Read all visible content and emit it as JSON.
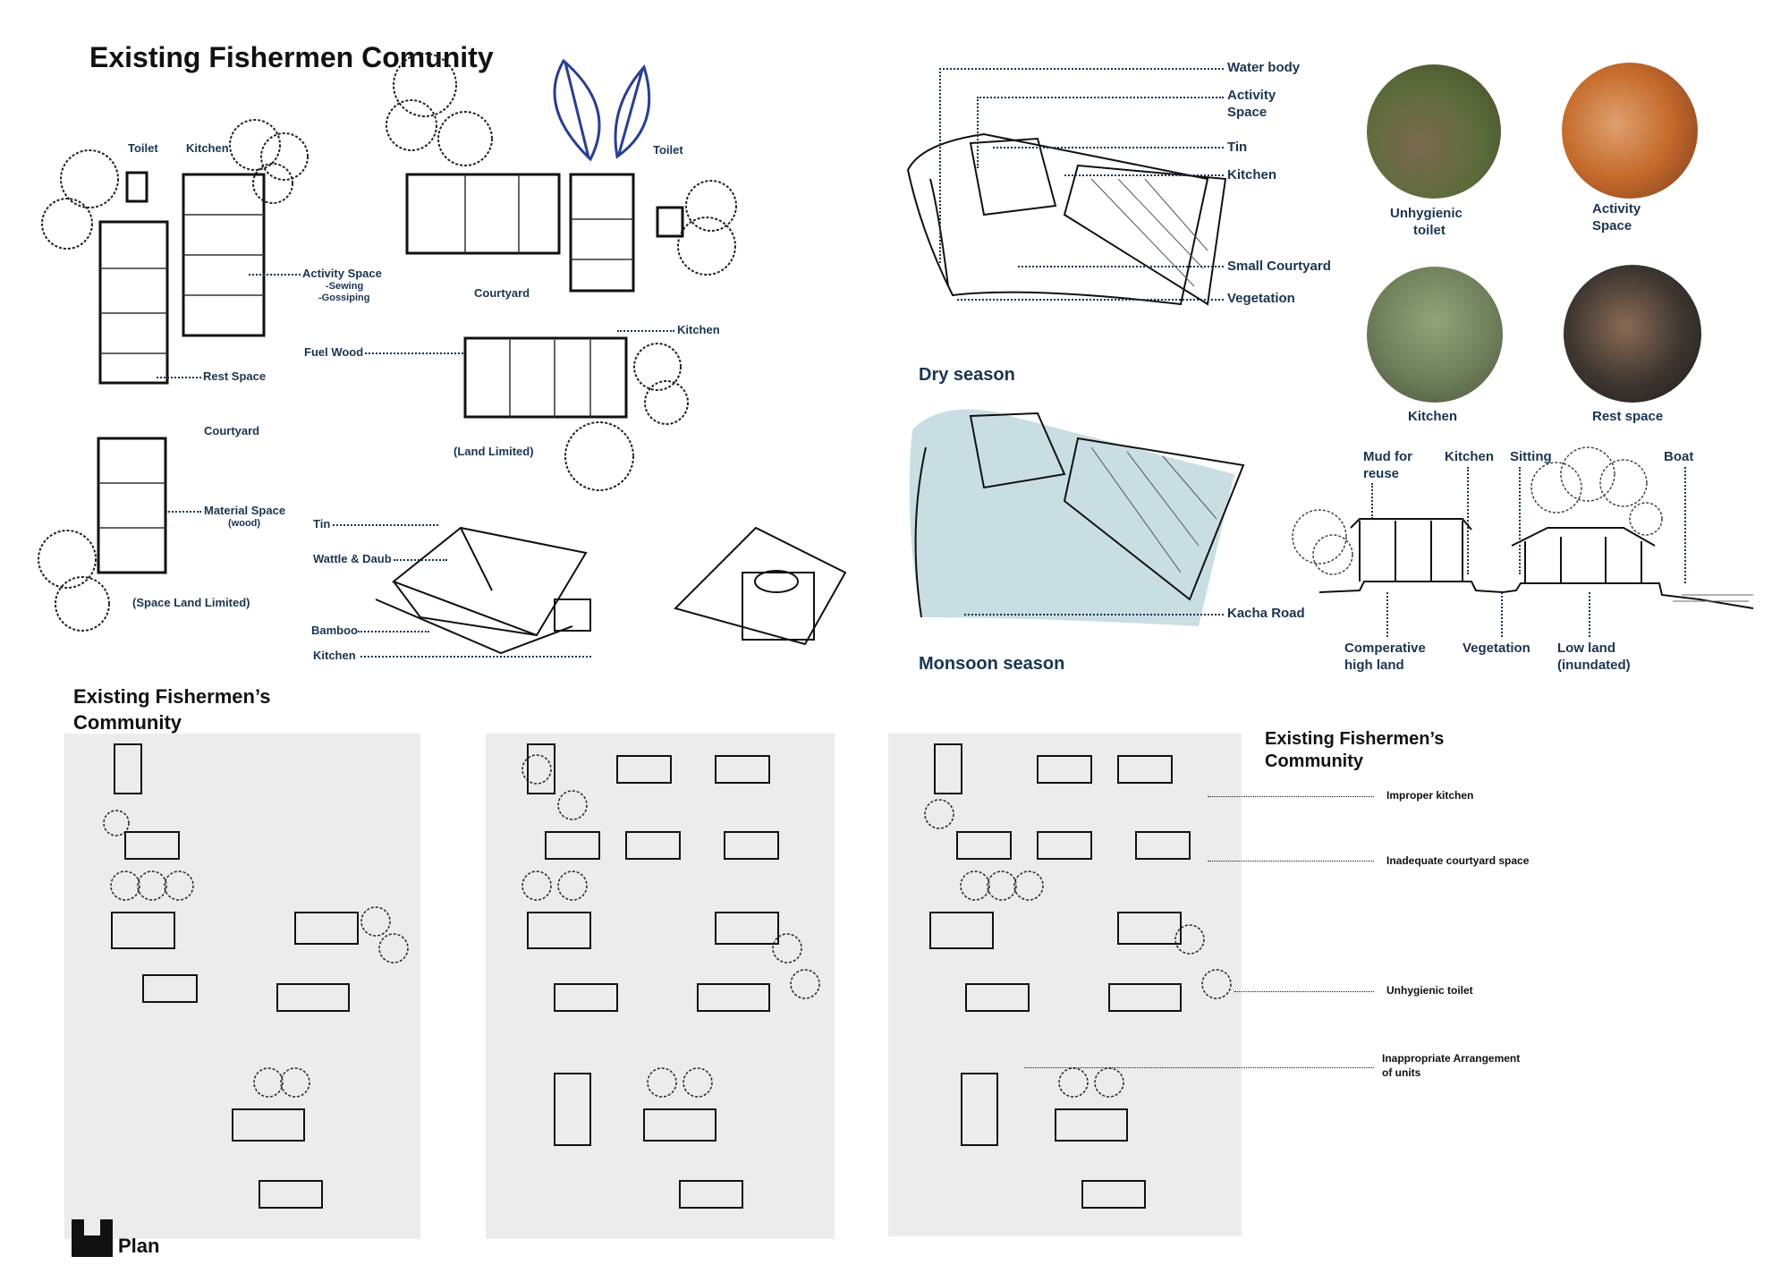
{
  "main_title": "Existing Fishermen Comunity",
  "plan_labels": {
    "toilet_left": "Toilet",
    "kitchen_left": "Kitchen",
    "activity_space": "Activity Space",
    "sewing": "-Sewing",
    "gossiping": "-Gossiping",
    "rest_space": "Rest Space",
    "courtyard_left": "Courtyard",
    "material_space": "Material Space",
    "wood": "(wood)",
    "space_land_limited": "(Space Land Limited)",
    "courtyard_mid": "Courtyard",
    "toilet_mid": "Toilet",
    "fuel_wood": "Fuel Wood",
    "kitchen_mid": "Kitchen",
    "land_limited": "(Land Limited)"
  },
  "sketch_labels": {
    "tin": "Tin",
    "wattle_daub": "Wattle & Daub",
    "bamboo": "Bamboo",
    "kitchen": "Kitchen"
  },
  "season_labels": {
    "water_body": "Water body",
    "activity_space_1": "Activity",
    "activity_space_2": "Space",
    "tin": "Tin",
    "kitchen": "Kitchen",
    "small_courtyard": "Small Courtyard",
    "vegetation": "Vegetation",
    "dry_season": "Dry season",
    "kacha_road": "Kacha Road",
    "monsoon_season": "Monsoon season"
  },
  "photos": [
    {
      "label_1": "Unhygienic",
      "label_2": "toilet",
      "color": "#5b6b3a"
    },
    {
      "label_1": "Activity",
      "label_2": "Space",
      "color": "#c46a2a"
    },
    {
      "label_1": "Kitchen",
      "label_2": "",
      "color": "#6f7f5a"
    },
    {
      "label_1": "Rest space",
      "label_2": "",
      "color": "#3c3530"
    }
  ],
  "section_labels": {
    "mud_1": "Mud for",
    "mud_2": "reuse",
    "kitchen": "Kitchen",
    "sitting": "Sitting",
    "boat": "Boat",
    "high_1": "Comperative",
    "high_2": "high land",
    "vegetation": "Vegetation",
    "low_1": "Low land",
    "low_2": "(inundated)"
  },
  "bottom": {
    "heading_left_1": "Existing Fishermen’s",
    "heading_left_2": "Community",
    "heading_right_1": "Existing Fishermen’s",
    "heading_right_2": "Community",
    "issues": [
      "Improper kitchen",
      "Inadequate courtyard space",
      "Unhygienic  toilet",
      "Inappropriate Arrangement",
      "of units"
    ],
    "plan_caption": "Plan"
  },
  "colors": {
    "label": "#1a3550",
    "boat": "#2a3f8f",
    "water": "#bcd6dc"
  }
}
